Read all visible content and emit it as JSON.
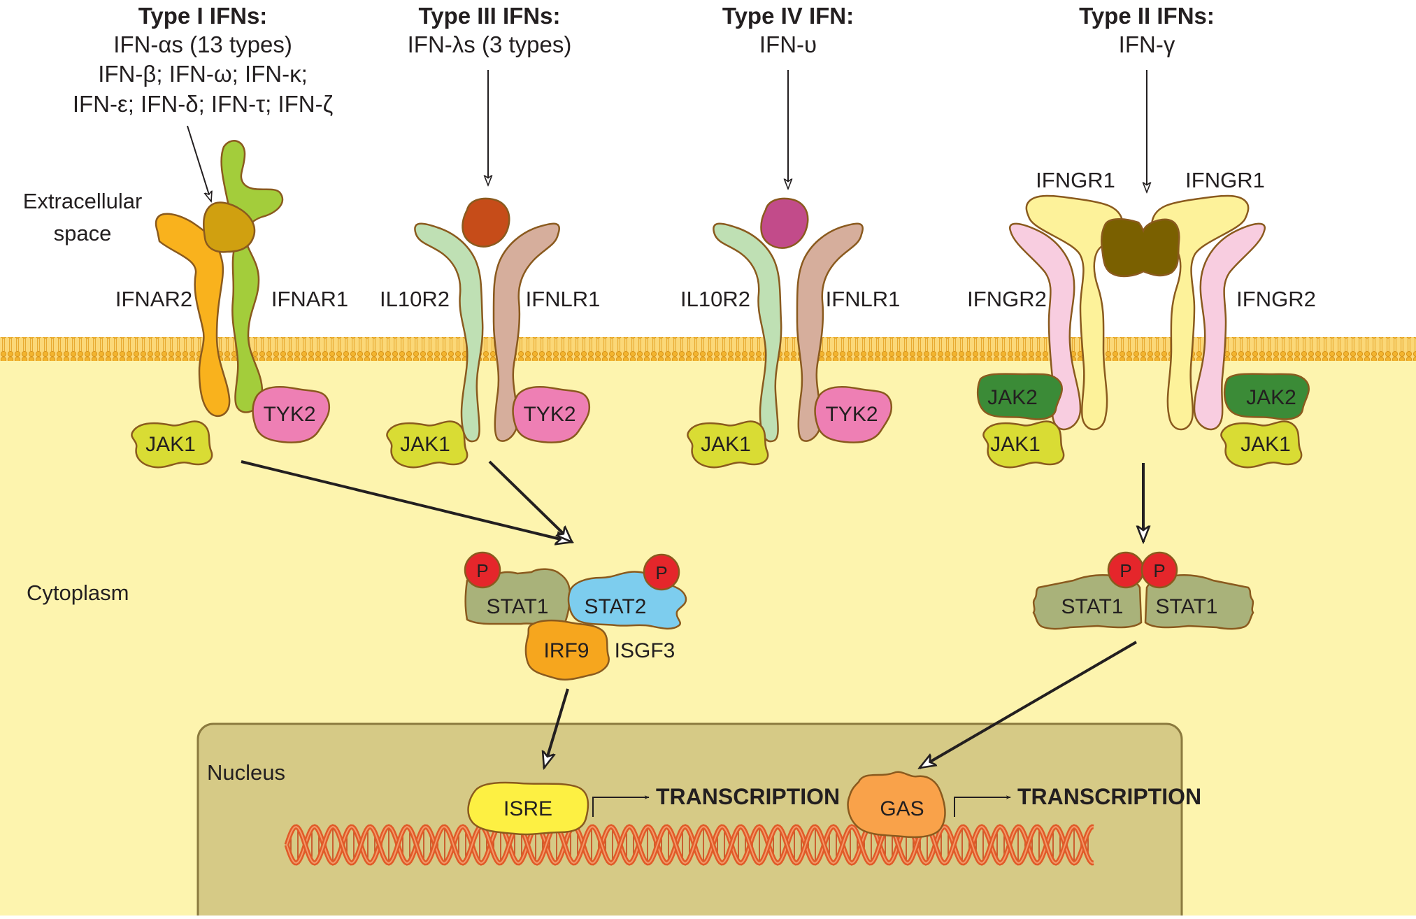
{
  "headers": {
    "type1": "Type I IFNs:",
    "type3": "Type III IFNs:",
    "type4": "Type IV IFN:",
    "type2": "Type II IFNs:"
  },
  "ligands": {
    "type1": [
      "IFN-αs (13 types)",
      "IFN-β; IFN-ω; IFN-κ;",
      "IFN-ε; IFN-δ; IFN-τ; IFN-ζ"
    ],
    "type3": "IFN-λs (3 types)",
    "type4": "IFN-υ",
    "type2": "IFN-γ"
  },
  "compartments": {
    "extracellular": [
      "Extracellular",
      "space"
    ],
    "cytoplasm": "Cytoplasm",
    "nucleus": "Nucleus"
  },
  "receptors": {
    "ifnar2": "IFNAR2",
    "ifnar1": "IFNAR1",
    "il10r2": "IL10R2",
    "ifnlr1": "IFNLR1",
    "ifngr1": "IFNGR1",
    "ifngr2": "IFNGR2"
  },
  "kinases": {
    "jak1": "JAK1",
    "jak2": "JAK2",
    "tyk2": "TYK2"
  },
  "complexes": {
    "stat1": "STAT1",
    "stat2": "STAT2",
    "irf9": "IRF9",
    "isgf3": "ISGF3",
    "phospho": "P"
  },
  "elements": {
    "isre": "ISRE",
    "gas": "GAS",
    "transcription": "TRANSCRIPTION"
  },
  "colors": {
    "cytoplasm": "#fdf4ae",
    "nucleus": "#d6ca86",
    "membrane": "#f7c03d",
    "ifnar2": "#f9b21d",
    "ifnar1": "#a3cd3b",
    "type1_ligand": "#d0a010",
    "type3_ligand": "#c64c19",
    "type4_ligand": "#c24b8a",
    "il10r2": "#bfe0b4",
    "ifnlr1": "#d6ae9c",
    "ifngr1": "#fdf29a",
    "ifngr2": "#f8cde0",
    "type2_ligand": "#7a6000",
    "jak1": "#d9dc34",
    "jak2": "#3b8b37",
    "tyk2": "#ee7fb4",
    "stat1": "#a9b27a",
    "stat2": "#7dcdee",
    "irf9": "#f6a61e",
    "phospho": "#e5262b",
    "isre": "#fdf043",
    "gas": "#f9a24a",
    "dna": "#e05a28"
  }
}
